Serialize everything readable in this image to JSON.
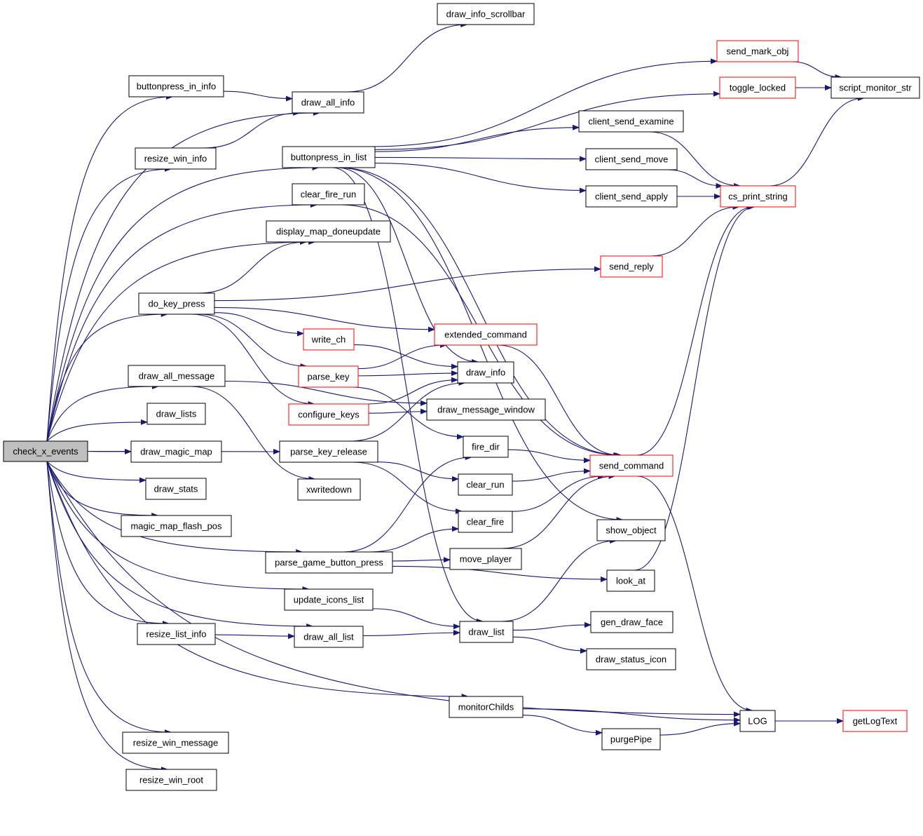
{
  "graph": {
    "colors": {
      "edge": "#191970",
      "node_border": "#000000",
      "node_border_highlight": "#ff0000",
      "root_fill": "#bfbfbf",
      "node_fill": "#ffffff"
    },
    "nodes": [
      {
        "id": "check_x_events",
        "label": "check_x_events",
        "style": "root"
      },
      {
        "id": "buttonpress_in_info",
        "label": "buttonpress_in_info",
        "style": "normal"
      },
      {
        "id": "resize_win_info",
        "label": "resize_win_info",
        "style": "normal"
      },
      {
        "id": "draw_all_info",
        "label": "draw_all_info",
        "style": "normal"
      },
      {
        "id": "draw_info_scrollbar",
        "label": "draw_info_scrollbar",
        "style": "normal"
      },
      {
        "id": "buttonpress_in_list",
        "label": "buttonpress_in_list",
        "style": "normal"
      },
      {
        "id": "clear_fire_run",
        "label": "clear_fire_run",
        "style": "normal"
      },
      {
        "id": "display_map_doneupdate",
        "label": "display_map_doneupdate",
        "style": "normal"
      },
      {
        "id": "do_key_press",
        "label": "do_key_press",
        "style": "normal"
      },
      {
        "id": "draw_all_message",
        "label": "draw_all_message",
        "style": "normal"
      },
      {
        "id": "draw_lists",
        "label": "draw_lists",
        "style": "normal"
      },
      {
        "id": "draw_magic_map",
        "label": "draw_magic_map",
        "style": "normal"
      },
      {
        "id": "draw_stats",
        "label": "draw_stats",
        "style": "normal"
      },
      {
        "id": "magic_map_flash_pos",
        "label": "magic_map_flash_pos",
        "style": "normal"
      },
      {
        "id": "parse_game_button_press",
        "label": "parse_game_button_press",
        "style": "normal"
      },
      {
        "id": "update_icons_list",
        "label": "update_icons_list",
        "style": "normal"
      },
      {
        "id": "resize_list_info",
        "label": "resize_list_info",
        "style": "normal"
      },
      {
        "id": "draw_all_list",
        "label": "draw_all_list",
        "style": "normal"
      },
      {
        "id": "monitorChilds",
        "label": "monitorChilds",
        "style": "normal"
      },
      {
        "id": "resize_win_message",
        "label": "resize_win_message",
        "style": "normal"
      },
      {
        "id": "resize_win_root",
        "label": "resize_win_root",
        "style": "normal"
      },
      {
        "id": "send_mark_obj",
        "label": "send_mark_obj",
        "style": "highlight"
      },
      {
        "id": "toggle_locked",
        "label": "toggle_locked",
        "style": "highlight"
      },
      {
        "id": "script_monitor_str",
        "label": "script_monitor_str",
        "style": "normal"
      },
      {
        "id": "client_send_examine",
        "label": "client_send_examine",
        "style": "normal"
      },
      {
        "id": "client_send_move",
        "label": "client_send_move",
        "style": "normal"
      },
      {
        "id": "client_send_apply",
        "label": "client_send_apply",
        "style": "normal"
      },
      {
        "id": "cs_print_string",
        "label": "cs_print_string",
        "style": "highlight"
      },
      {
        "id": "send_reply",
        "label": "send_reply",
        "style": "highlight"
      },
      {
        "id": "write_ch",
        "label": "write_ch",
        "style": "highlight"
      },
      {
        "id": "extended_command",
        "label": "extended_command",
        "style": "highlight"
      },
      {
        "id": "parse_key",
        "label": "parse_key",
        "style": "highlight"
      },
      {
        "id": "draw_info",
        "label": "draw_info",
        "style": "normal"
      },
      {
        "id": "configure_keys",
        "label": "configure_keys",
        "style": "highlight"
      },
      {
        "id": "draw_message_window",
        "label": "draw_message_window",
        "style": "normal"
      },
      {
        "id": "parse_key_release",
        "label": "parse_key_release",
        "style": "normal"
      },
      {
        "id": "fire_dir",
        "label": "fire_dir",
        "style": "normal"
      },
      {
        "id": "send_command",
        "label": "send_command",
        "style": "highlight"
      },
      {
        "id": "xwritedown",
        "label": "xwritedown",
        "style": "normal"
      },
      {
        "id": "clear_run",
        "label": "clear_run",
        "style": "normal"
      },
      {
        "id": "clear_fire",
        "label": "clear_fire",
        "style": "normal"
      },
      {
        "id": "show_object",
        "label": "show_object",
        "style": "normal"
      },
      {
        "id": "move_player",
        "label": "move_player",
        "style": "normal"
      },
      {
        "id": "look_at",
        "label": "look_at",
        "style": "normal"
      },
      {
        "id": "draw_list",
        "label": "draw_list",
        "style": "normal"
      },
      {
        "id": "gen_draw_face",
        "label": "gen_draw_face",
        "style": "normal"
      },
      {
        "id": "draw_status_icon",
        "label": "draw_status_icon",
        "style": "normal"
      },
      {
        "id": "LOG",
        "label": "LOG",
        "style": "normal"
      },
      {
        "id": "getLogText",
        "label": "getLogText",
        "style": "highlight"
      },
      {
        "id": "purgePipe",
        "label": "purgePipe",
        "style": "normal"
      }
    ],
    "edges": [
      [
        "check_x_events",
        "buttonpress_in_info"
      ],
      [
        "check_x_events",
        "draw_all_info"
      ],
      [
        "check_x_events",
        "resize_win_info"
      ],
      [
        "check_x_events",
        "buttonpress_in_list"
      ],
      [
        "check_x_events",
        "clear_fire_run"
      ],
      [
        "check_x_events",
        "display_map_doneupdate"
      ],
      [
        "check_x_events",
        "do_key_press"
      ],
      [
        "check_x_events",
        "draw_all_message"
      ],
      [
        "check_x_events",
        "draw_lists"
      ],
      [
        "check_x_events",
        "draw_magic_map"
      ],
      [
        "check_x_events",
        "draw_stats"
      ],
      [
        "check_x_events",
        "magic_map_flash_pos"
      ],
      [
        "check_x_events",
        "parse_game_button_press"
      ],
      [
        "check_x_events",
        "update_icons_list"
      ],
      [
        "check_x_events",
        "resize_list_info"
      ],
      [
        "check_x_events",
        "draw_all_list"
      ],
      [
        "check_x_events",
        "monitorChilds"
      ],
      [
        "check_x_events",
        "resize_win_message"
      ],
      [
        "check_x_events",
        "resize_win_root"
      ],
      [
        "check_x_events",
        "LOG"
      ],
      [
        "check_x_events",
        "parse_key_release"
      ],
      [
        "buttonpress_in_info",
        "draw_all_info"
      ],
      [
        "resize_win_info",
        "draw_all_info"
      ],
      [
        "draw_all_info",
        "draw_info_scrollbar"
      ],
      [
        "buttonpress_in_list",
        "send_mark_obj"
      ],
      [
        "buttonpress_in_list",
        "toggle_locked"
      ],
      [
        "buttonpress_in_list",
        "client_send_examine"
      ],
      [
        "buttonpress_in_list",
        "client_send_move"
      ],
      [
        "buttonpress_in_list",
        "client_send_apply"
      ],
      [
        "buttonpress_in_list",
        "draw_info"
      ],
      [
        "buttonpress_in_list",
        "send_command"
      ],
      [
        "buttonpress_in_list",
        "show_object"
      ],
      [
        "buttonpress_in_list",
        "draw_list"
      ],
      [
        "send_mark_obj",
        "script_monitor_str"
      ],
      [
        "toggle_locked",
        "script_monitor_str"
      ],
      [
        "client_send_examine",
        "cs_print_string"
      ],
      [
        "client_send_move",
        "cs_print_string"
      ],
      [
        "client_send_apply",
        "cs_print_string"
      ],
      [
        "cs_print_string",
        "script_monitor_str"
      ],
      [
        "clear_fire_run",
        "send_command"
      ],
      [
        "do_key_press",
        "display_map_doneupdate"
      ],
      [
        "do_key_press",
        "send_reply"
      ],
      [
        "do_key_press",
        "extended_command"
      ],
      [
        "do_key_press",
        "write_ch"
      ],
      [
        "do_key_press",
        "parse_key"
      ],
      [
        "do_key_press",
        "configure_keys"
      ],
      [
        "send_reply",
        "cs_print_string"
      ],
      [
        "write_ch",
        "draw_info"
      ],
      [
        "parse_key",
        "extended_command"
      ],
      [
        "parse_key",
        "draw_info"
      ],
      [
        "parse_key",
        "fire_dir"
      ],
      [
        "configure_keys",
        "draw_info"
      ],
      [
        "configure_keys",
        "draw_message_window"
      ],
      [
        "extended_command",
        "send_command"
      ],
      [
        "draw_all_message",
        "draw_message_window"
      ],
      [
        "draw_all_message",
        "xwritedown"
      ],
      [
        "parse_key_release",
        "clear_run"
      ],
      [
        "parse_key_release",
        "clear_fire"
      ],
      [
        "parse_key_release",
        "draw_info"
      ],
      [
        "fire_dir",
        "send_command"
      ],
      [
        "clear_run",
        "send_command"
      ],
      [
        "clear_fire",
        "send_command"
      ],
      [
        "move_player",
        "send_command"
      ],
      [
        "send_command",
        "cs_print_string"
      ],
      [
        "send_command",
        "LOG"
      ],
      [
        "parse_game_button_press",
        "clear_fire"
      ],
      [
        "parse_game_button_press",
        "move_player"
      ],
      [
        "parse_game_button_press",
        "look_at"
      ],
      [
        "parse_game_button_press",
        "fire_dir"
      ],
      [
        "look_at",
        "cs_print_string"
      ],
      [
        "update_icons_list",
        "draw_list"
      ],
      [
        "resize_list_info",
        "draw_all_list"
      ],
      [
        "draw_all_list",
        "draw_list"
      ],
      [
        "draw_list",
        "show_object"
      ],
      [
        "draw_list",
        "gen_draw_face"
      ],
      [
        "draw_list",
        "draw_status_icon"
      ],
      [
        "monitorChilds",
        "LOG"
      ],
      [
        "monitorChilds",
        "purgePipe"
      ],
      [
        "purgePipe",
        "LOG"
      ],
      [
        "LOG",
        "getLogText"
      ]
    ]
  }
}
